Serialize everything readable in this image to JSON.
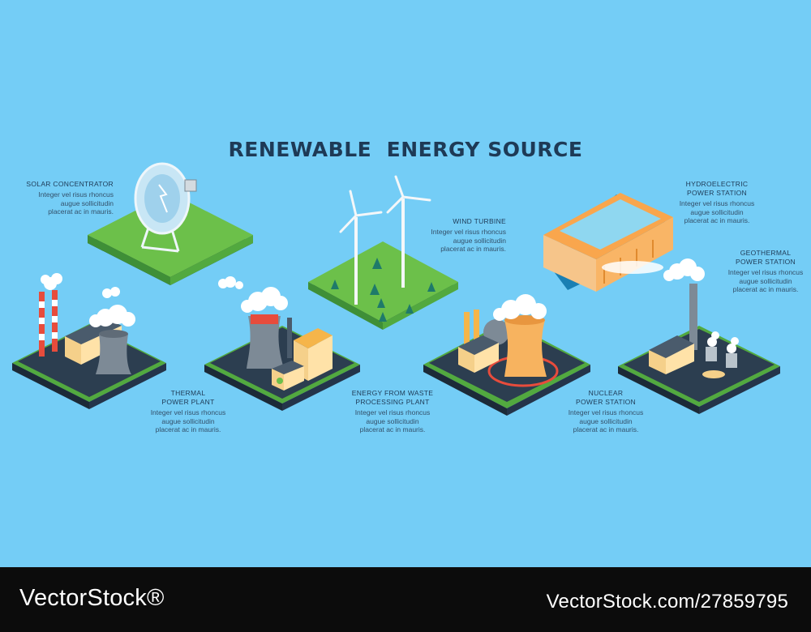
{
  "title": "RENEWABLE  ENERGY SOURCE",
  "body_text": [
    "Integer vel risus rhoncus",
    "augue sollicitudin",
    "placerat ac in mauris."
  ],
  "labels": {
    "solar": {
      "heading": [
        "SOLAR CONCENTRATOR"
      ]
    },
    "wind": {
      "heading": [
        "WIND TURBINE"
      ]
    },
    "hydro": {
      "heading": [
        "HYDROELECTRIC",
        "POWER STATION"
      ]
    },
    "geothermal": {
      "heading": [
        "GEOTHERMAL",
        "POWER STATION"
      ]
    },
    "thermal": {
      "heading": [
        "THERMAL",
        "POWER PLANT"
      ]
    },
    "waste": {
      "heading": [
        "ENERGY FROM WASTE",
        "PROCESSING PLANT"
      ]
    },
    "nuclear": {
      "heading": [
        "NUCLEAR",
        "POWER STATION"
      ]
    }
  },
  "footer": {
    "logo": "VectorStock®",
    "url": "VectorStock.com/27859795"
  },
  "colors": {
    "background": "#74cdf6",
    "grass": "#6cc04a",
    "platform_dark": "#2c3e50",
    "text": "#1e3a56",
    "footer": "#0c0c0c"
  }
}
